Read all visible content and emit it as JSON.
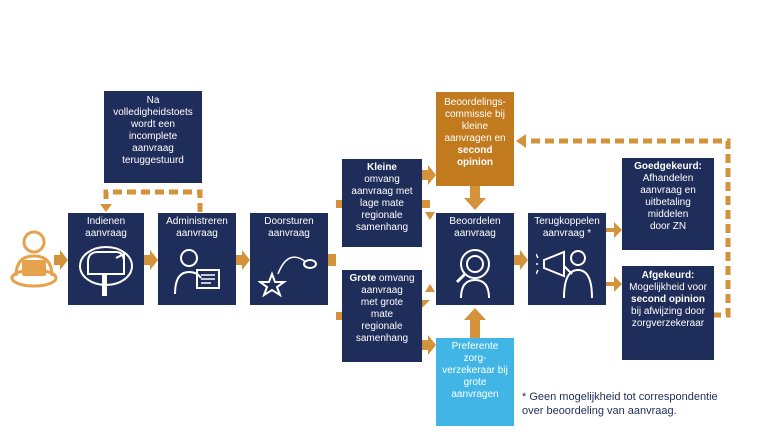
{
  "colors": {
    "navy": "#1f2d5a",
    "orange_box": "#c27a1e",
    "arrow": "#d4923a",
    "light_blue": "#41b6e6",
    "person": "#e6a24c"
  },
  "icons": {
    "person": "person-laptop-icon",
    "mailbox": "mailbox-icon",
    "admin": "person-tablet-icon",
    "forward": "shooting-star-icon",
    "assess": "magnifier-person-icon",
    "feedback": "megaphone-person-icon"
  },
  "boxes": {
    "note": {
      "lines": [
        "Na",
        "volledigheidstoets",
        "wordt een",
        "incomplete",
        "aanvraag",
        "teruggestuurd"
      ]
    },
    "indienen": {
      "lines": [
        "Indienen",
        "aanvraag"
      ]
    },
    "administreren": {
      "lines": [
        "Administreren",
        "aanvraag"
      ]
    },
    "doorsturen": {
      "lines": [
        "Doorsturen",
        "aanvraag"
      ]
    },
    "kleine": {
      "bold": "Kleine",
      "lines": [
        "omvang",
        "aanvraag met",
        "lage mate",
        "regionale",
        "samenhang"
      ]
    },
    "grote": {
      "bold": "Grote",
      "first_rest": " omvang",
      "lines": [
        "aanvraag",
        "met grote",
        "mate",
        "regionale",
        "samenhang"
      ]
    },
    "commissie": {
      "lines": [
        "Beoordelings-",
        "commissie bij",
        "kleine",
        "aanvragen en"
      ],
      "bold_lines": [
        "second",
        "opinion"
      ]
    },
    "beoordelen": {
      "lines": [
        "Beoordelen",
        "aanvraag"
      ]
    },
    "preferente": {
      "lines": [
        "Preferente",
        "zorg-",
        "verzekeraar bij",
        "grote",
        "aanvragen"
      ]
    },
    "terugkoppelen": {
      "lines": [
        "Terugkoppelen",
        "aanvraag *"
      ]
    },
    "goedgekeurd": {
      "bold": "Goedgekeurd:",
      "lines": [
        "Afhandelen",
        "aanvraag en",
        "uitbetaling",
        "middelen",
        "door ZN"
      ]
    },
    "afgekeurd": {
      "bold": "Afgekeurd:",
      "line1": "Mogelijkheid voor",
      "bold2": "second opinion",
      "lines": [
        "bij afwijzing door",
        "zorgverzekeraar"
      ]
    }
  },
  "footnote": {
    "line1": "* Geen mogelijkheid tot correspondentie",
    "line2": "over beoordeling van aanvraag."
  }
}
